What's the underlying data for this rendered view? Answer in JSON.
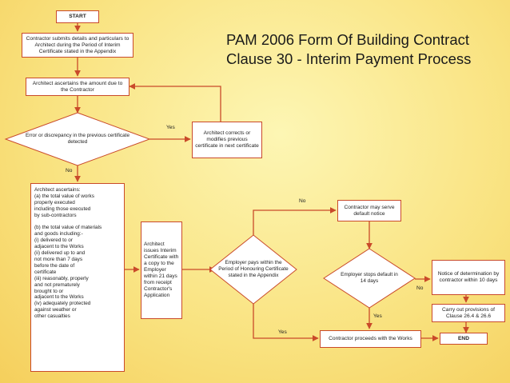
{
  "title": "PAM 2006 Form Of Building Contract Clause 30 - Interim Payment Process",
  "nodes": {
    "start": "START",
    "submit": "Contractor submits details and particulars to Architect during the Period of Interim Certificate stated in the Appendix",
    "ascertain_amount": "Architect ascertains the amount due to the Contractor",
    "error_check": "Error or discrepancy in the previous certificate detected",
    "corrects": "Architect corrects or modifies previous certificate in next certificate",
    "ascertains_detail": "Architect ascertains:\n(a)   the total value of works\n        properly executed\n        including those executed\n        by sub-contractors\n\n(b)   the total value of materials\n        and goods including:-\n   (i)      delivered to or\n              adjacent to the Works\n   (ii)     delivered up to and\n              not more than 7 days\n              before the date of\n              certificate\n   (iii)    reasonably, properly\n              and not prematurely\n              brought to or\n              adjacent to the Works\n   (iv)    adequately protected\n              against weather or\n              other casualties",
    "issues": "Architect issues Interim Certificate with a copy to the Employer within 21 days from receipt Contractor's Application",
    "employer_pays": "Employer pays within the Period of Honouring Certificate stated in the Appendix",
    "may_serve": "Contractor may serve default notice",
    "employer_stops": "Employer stops default in 14 days",
    "notice_determination": "Notice of determination by contractor within 10 days",
    "carry_out": "Carry out provisions of Clause 26.4 & 26.6",
    "proceeds": "Contractor proceeds with the Works",
    "end": "END"
  },
  "labels": {
    "yes1": "Yes",
    "no1": "No",
    "no2": "No",
    "no3": "No",
    "yes2": "Yes",
    "yes3": "Yes"
  },
  "colors": {
    "border": "#c94a2a",
    "arrow": "#c94a2a",
    "box_fill": "#ffffff"
  }
}
